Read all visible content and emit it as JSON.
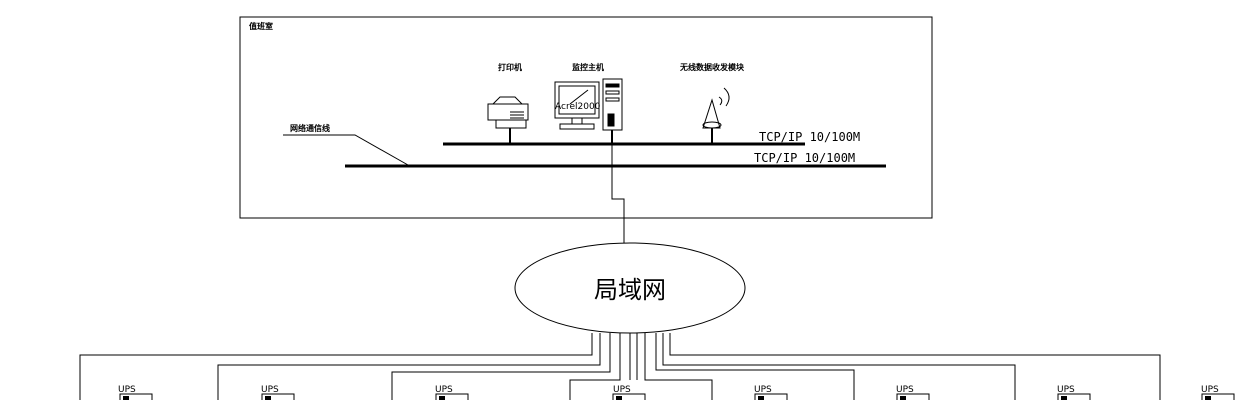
{
  "room_label": "值班室",
  "devices": {
    "printer_label": "打印机",
    "host_label": "监控主机",
    "wireless_label": "无线数据收发模块",
    "monitor_screen_text": "Acrel2000"
  },
  "network_cable_label": "网络通信线",
  "bus_upper_label": "TCP/IP 10/100M",
  "bus_lower_label": "TCP/IP 10/100M",
  "lan_label": "局域网",
  "ups_units": [
    {
      "label": "UPS"
    },
    {
      "label": "UPS"
    },
    {
      "label": "UPS"
    },
    {
      "label": "UPS"
    },
    {
      "label": "UPS"
    },
    {
      "label": "UPS"
    },
    {
      "label": "UPS"
    },
    {
      "label": "UPS"
    }
  ]
}
